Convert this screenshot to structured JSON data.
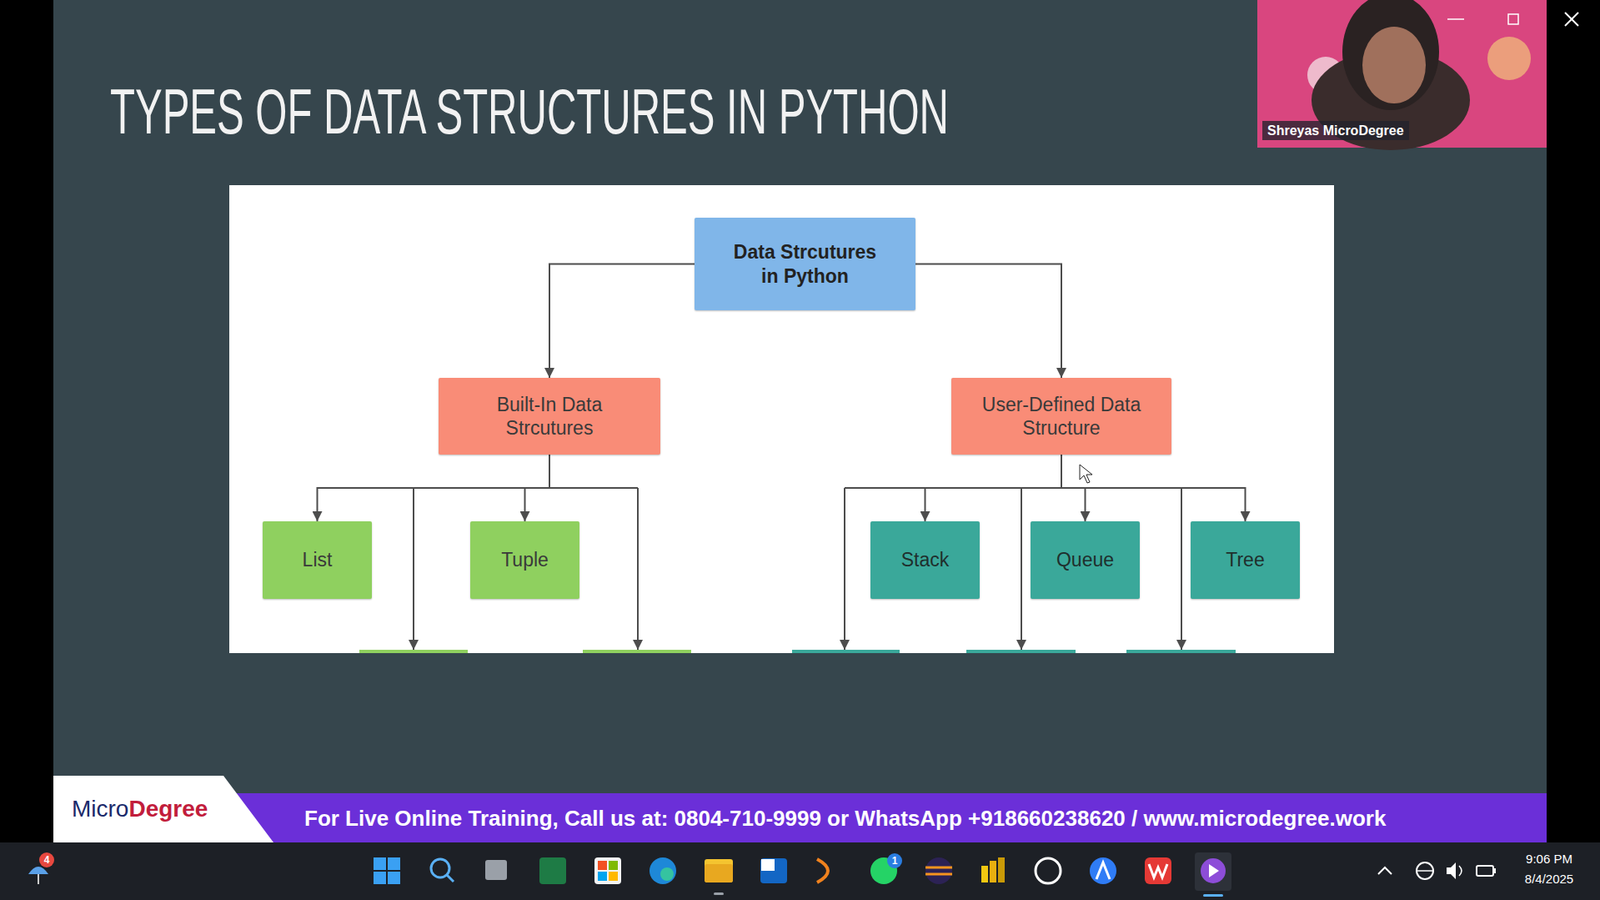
{
  "diagram": {
    "title": "TYPES OF DATA STRUCTURES IN PYTHON",
    "nodes": [
      {
        "text": [
          "Data Strcutures in Python"
        ]
      },
      {
        "text": [
          "Built-In Data Strcutures"
        ]
      },
      {
        "text": [
          "User-Defined Data Structure"
        ]
      },
      {
        "text": [
          "List"
        ]
      },
      {
        "text": [
          "Tuple"
        ]
      },
      {
        "text": [
          "Stack"
        ]
      },
      {
        "text": [
          "Queue"
        ]
      },
      {
        "text": [
          "Tree"
        ]
      }
    ],
    "edges": [
      {
        "from": 0,
        "to": 1,
        "arrow": "to"
      },
      {
        "from": 0,
        "to": 2,
        "arrow": "to"
      },
      {
        "from": 1,
        "to": 3,
        "arrow": "to"
      },
      {
        "from": 1,
        "to": 4,
        "arrow": "to"
      },
      {
        "from": 2,
        "to": 5,
        "arrow": "to"
      },
      {
        "from": 2,
        "to": 6,
        "arrow": "to"
      },
      {
        "from": 2,
        "to": 7,
        "arrow": "to"
      }
    ],
    "labels": [
      "Shreyas MicroDegree",
      "Micro",
      "Degree",
      "For Live Online Training, Call us at: 0804-710-9999 or WhatsApp +918660238620 / www.microdegree.work",
      "4",
      "1",
      "9:06 PM",
      "8/4/2025"
    ]
  }
}
